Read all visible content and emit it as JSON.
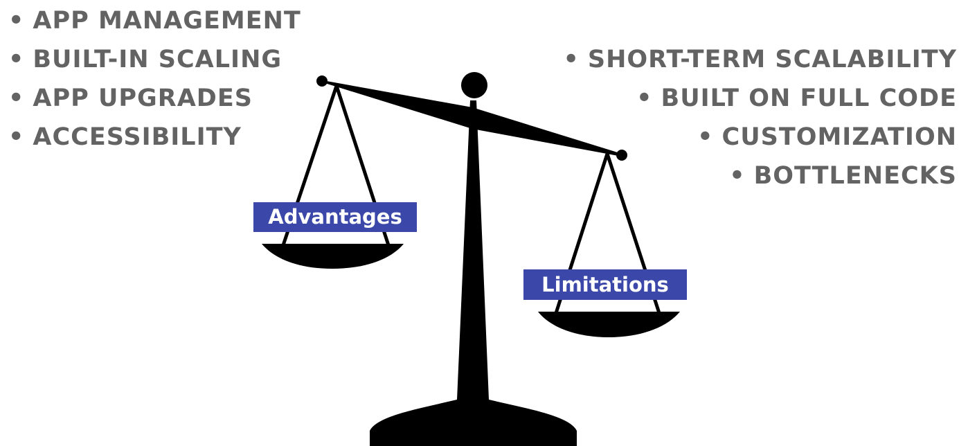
{
  "advantages": {
    "label": "Advantages",
    "items": [
      "APP MANAGEMENT",
      "BUILT-IN SCALING",
      "APP UPGRADES",
      "ACCESSIBILITY"
    ]
  },
  "limitations": {
    "label": "Limitations",
    "items": [
      "SHORT-TERM SCALABILITY",
      "BUILT ON FULL CODE",
      "CUSTOMIZATION",
      "BOTTLENECKS"
    ]
  },
  "bullet": "•",
  "icons": {
    "scale": "balance-scale-icon"
  },
  "colors": {
    "text": "#636363",
    "tag": "#3b47a9",
    "scale": "#000000",
    "tag_text": "#ffffff"
  }
}
